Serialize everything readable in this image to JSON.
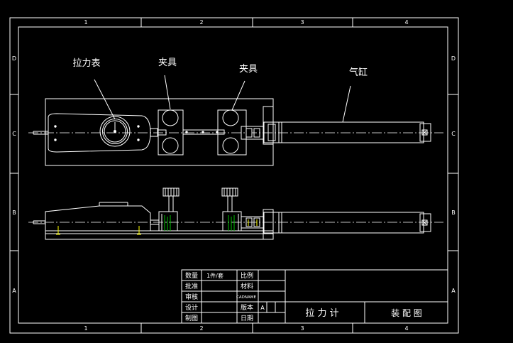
{
  "colors": {
    "background": "#000000",
    "line": "#ffffff",
    "accent_yellow": "#ffff00",
    "accent_green": "#00c000"
  },
  "border": {
    "columns": [
      "1",
      "2",
      "3",
      "4"
    ],
    "rows": [
      "D",
      "C",
      "B",
      "A"
    ]
  },
  "callouts": {
    "gauge": "拉力表",
    "fixture_left": "夹具",
    "fixture_right": "夹具",
    "cylinder": "气缸"
  },
  "title_block": {
    "qty_label": "数量",
    "qty_value": "1件/套",
    "scale_label": "比例",
    "approve_label": "批准",
    "material_label": "材料",
    "review_label": "审核",
    "cad_name": "CADNAME",
    "design_label": "设计",
    "version_label": "版本",
    "version_value": "A",
    "drafter_label": "制图",
    "date_label": "日期",
    "drawing_name": "拉 力 计",
    "drawing_type": "装 配 图"
  }
}
